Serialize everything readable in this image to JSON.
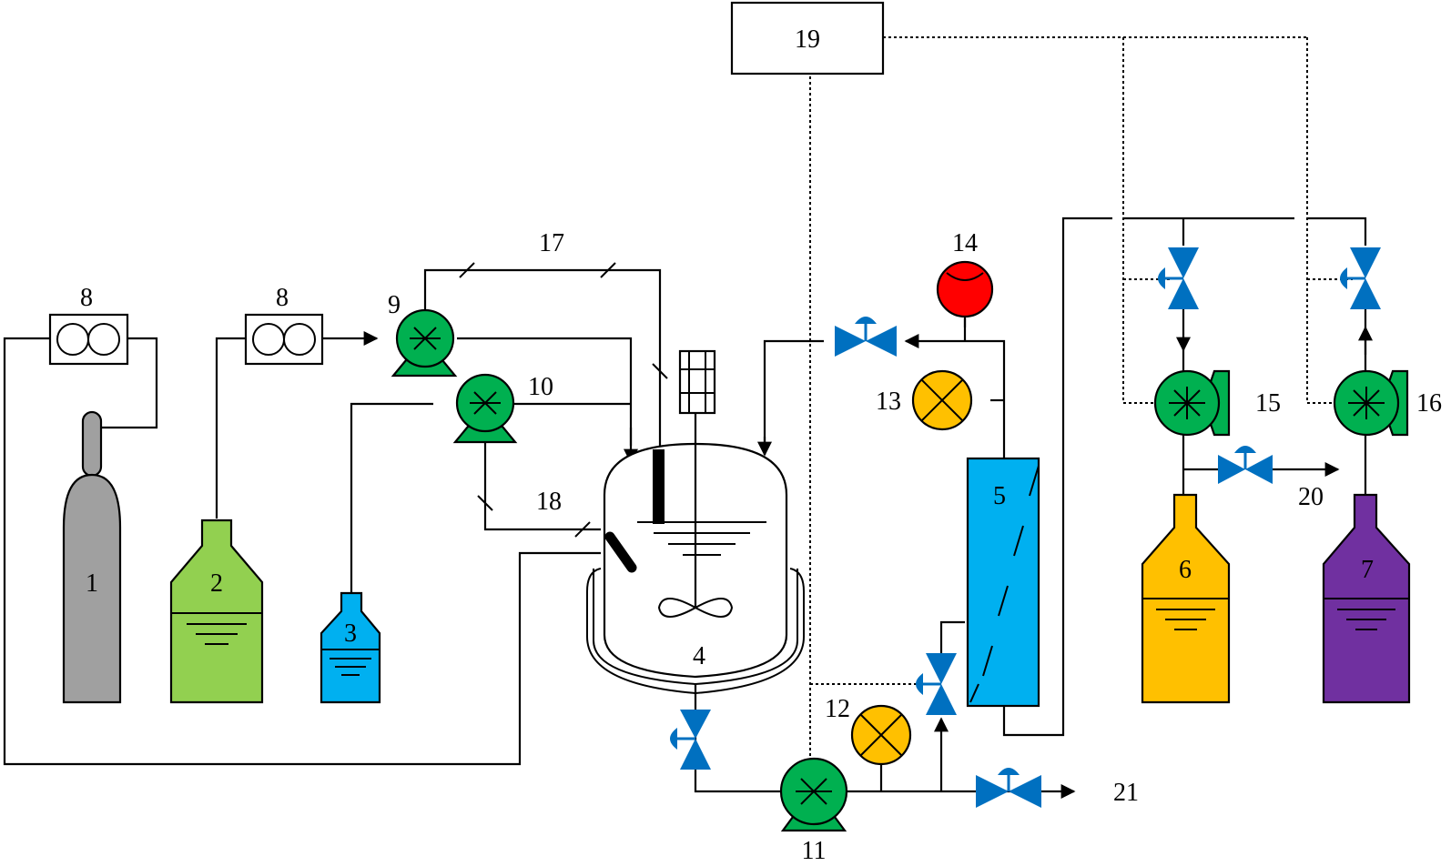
{
  "labels": {
    "cylinder": "1",
    "bottle_2": "2",
    "bottle_3": "3",
    "reactor": "4",
    "column": "5",
    "tank_6": "6",
    "tank_7": "7",
    "flowmeter_a": "8",
    "flowmeter_b": "8",
    "pump_9": "9",
    "pump_10": "10",
    "pump_11": "11",
    "meter_12": "12",
    "meter_13": "13",
    "gauge_14": "14",
    "pump_15": "15",
    "pump_16": "16",
    "line_17": "17",
    "line_18": "18",
    "controller": "19",
    "outlet_20": "20",
    "outlet_21": "21"
  },
  "colors": {
    "cylinder": "#a0a0a0",
    "bottle_2": "#92d050",
    "bottle_3": "#00b0f0",
    "column": "#00b0f0",
    "tank_6": "#ffc000",
    "tank_7": "#7030a0",
    "pump": "#00b050",
    "meter": "#ffc000",
    "gauge": "#ff0000",
    "valve": "#0070c0"
  },
  "icons": {
    "pump": "pump-icon",
    "valve": "valve-icon",
    "flowmeter": "flowmeter-icon",
    "meter": "meter-icon",
    "gauge": "pressure-gauge-icon"
  }
}
